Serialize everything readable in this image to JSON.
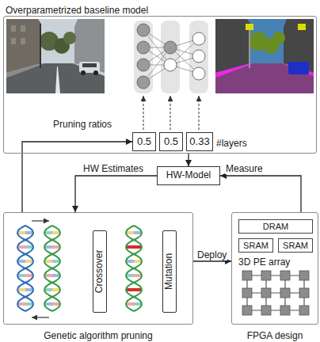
{
  "diagram": {
    "nodes": [
      {
        "text": [
          "Overparametrized baseline model"
        ]
      },
      {
        "text": [
          "0.5"
        ],
        "in": 0
      },
      {
        "text": [
          "0.5"
        ],
        "in": 0
      },
      {
        "text": [
          "0.33"
        ],
        "in": 0
      },
      {
        "text": [
          "HW-Model"
        ]
      },
      {
        "text": [
          "Genetic algorithm pruning"
        ]
      },
      {
        "text": [
          "Crossover"
        ],
        "in": 5
      },
      {
        "text": [
          "Mutation"
        ],
        "in": 5
      },
      {
        "text": [
          "FPGA design"
        ]
      },
      {
        "text": [
          "DRAM"
        ],
        "in": 8
      },
      {
        "text": [
          "SRAM"
        ],
        "in": 8
      },
      {
        "text": [
          "SRAM"
        ],
        "in": 8
      }
    ],
    "edges": [
      {
        "from": 5,
        "to": 1,
        "arrow": "to",
        "label": "Pruning ratios"
      },
      {
        "from": 0,
        "to": 4,
        "arrow": "to"
      },
      {
        "from": 4,
        "to": 5,
        "arrow": "to",
        "label": "HW Estimates"
      },
      {
        "from": 8,
        "to": 4,
        "arrow": "to",
        "label": "Measure"
      },
      {
        "from": 5,
        "to": 8,
        "arrow": "to",
        "label": "Deploy"
      }
    ],
    "labels": [
      "#layers",
      "3D PE array"
    ]
  }
}
